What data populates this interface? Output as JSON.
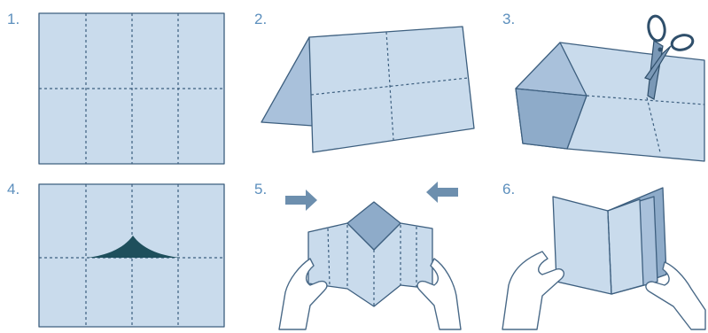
{
  "steps": [
    {
      "number": "1."
    },
    {
      "number": "2."
    },
    {
      "number": "3."
    },
    {
      "number": "4."
    },
    {
      "number": "5."
    },
    {
      "number": "6."
    }
  ]
}
